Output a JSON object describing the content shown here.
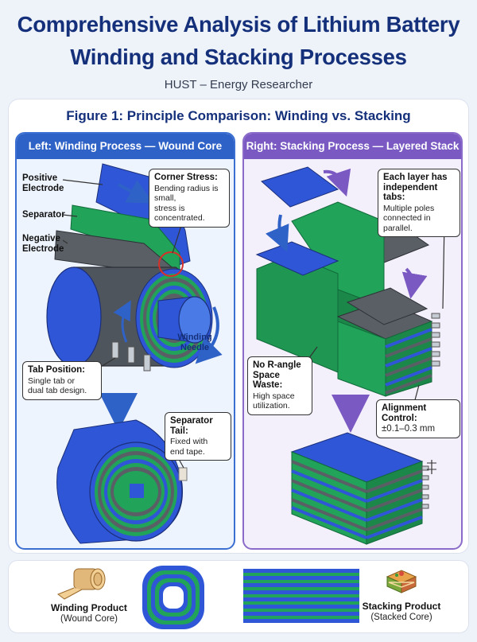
{
  "header": {
    "title_line1": "Comprehensive Analysis of Lithium Battery",
    "title_line2": "Winding and Stacking Processes",
    "subtitle": "HUST – Energy Researcher"
  },
  "figure": {
    "title": "Figure 1: Principle Comparison: Winding vs. Stacking"
  },
  "left_panel": {
    "heading": "Left: Winding Process — Wound Core",
    "labels": {
      "positive_1": "Positive",
      "positive_2": "Electrode",
      "separator": "Separator",
      "negative_1": "Negative",
      "negative_2": "Electrode",
      "needle_1": "Winding",
      "needle_2": "Needle"
    },
    "corner_stress": {
      "title": "Corner Stress:",
      "line1": "Bending radius is small,",
      "line2": "stress is concentrated."
    },
    "tab_position": {
      "title": "Tab Position:",
      "line1": "Single tab or",
      "line2": "dual tab design."
    },
    "separator_tail": {
      "title": "Separator Tail:",
      "line1": "Fixed with",
      "line2": "end tape."
    }
  },
  "right_panel": {
    "heading": "Right: Stacking Process — Layered Stack",
    "independent_tabs": {
      "title1": "Each layer has",
      "title2": "independent tabs:",
      "line1": "Multiple poles",
      "line2": "connected in parallel."
    },
    "no_r_angle": {
      "title1": "No R-angle",
      "title2": "Space Waste:",
      "line1": "High space",
      "line2": "utilization."
    },
    "alignment": {
      "title": "Alignment Control:",
      "value": "±0.1–0.3 mm"
    }
  },
  "legend": {
    "winding_title": "Winding Product",
    "winding_sub": "(Wound Core)",
    "stacking_title": "Stacking Product",
    "stacking_sub": "(Stacked Core)"
  },
  "colors": {
    "title_blue": "#15307a",
    "electrode_blue": "#2f56d6",
    "separator_green": "#21a35a",
    "electrode_gray": "#5a5f66",
    "left_accent": "#2f62c7",
    "right_accent": "#7a5ac2"
  }
}
